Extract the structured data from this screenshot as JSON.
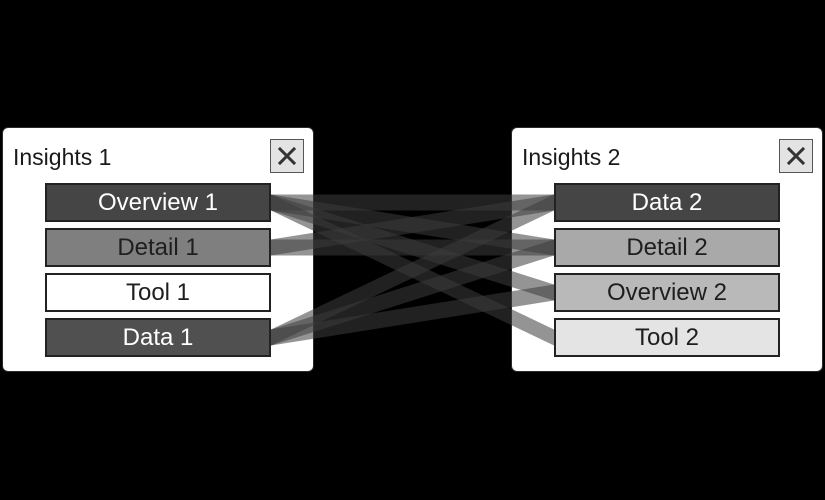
{
  "panels": [
    {
      "title": "Insights 1",
      "items": [
        {
          "label": "Overview 1",
          "bg": "#454545",
          "fg": "#ffffff"
        },
        {
          "label": "Detail 1",
          "bg": "#7f7f7f",
          "fg": "#1e1e1e"
        },
        {
          "label": "Tool 1",
          "bg": "#ffffff",
          "fg": "#1e1e1e"
        },
        {
          "label": "Data 1",
          "bg": "#505050",
          "fg": "#ffffff"
        }
      ]
    },
    {
      "title": "Insights 2",
      "items": [
        {
          "label": "Data 2",
          "bg": "#454545",
          "fg": "#ffffff"
        },
        {
          "label": "Detail 2",
          "bg": "#a9a9a9",
          "fg": "#1e1e1e"
        },
        {
          "label": "Overview 2",
          "bg": "#b9b9b9",
          "fg": "#1e1e1e"
        },
        {
          "label": "Tool 2",
          "bg": "#e4e4e4",
          "fg": "#1e1e1e"
        }
      ]
    }
  ],
  "close_icon": "close-icon",
  "colors": {
    "background": "#000000",
    "panel": "#ffffff",
    "link": "#3c3c3c"
  },
  "links": [
    {
      "from": 0,
      "to": 0
    },
    {
      "from": 0,
      "to": 1
    },
    {
      "from": 0,
      "to": 2
    },
    {
      "from": 0,
      "to": 3
    },
    {
      "from": 1,
      "to": 0
    },
    {
      "from": 1,
      "to": 1
    },
    {
      "from": 3,
      "to": 0
    },
    {
      "from": 3,
      "to": 1
    },
    {
      "from": 3,
      "to": 2
    }
  ]
}
